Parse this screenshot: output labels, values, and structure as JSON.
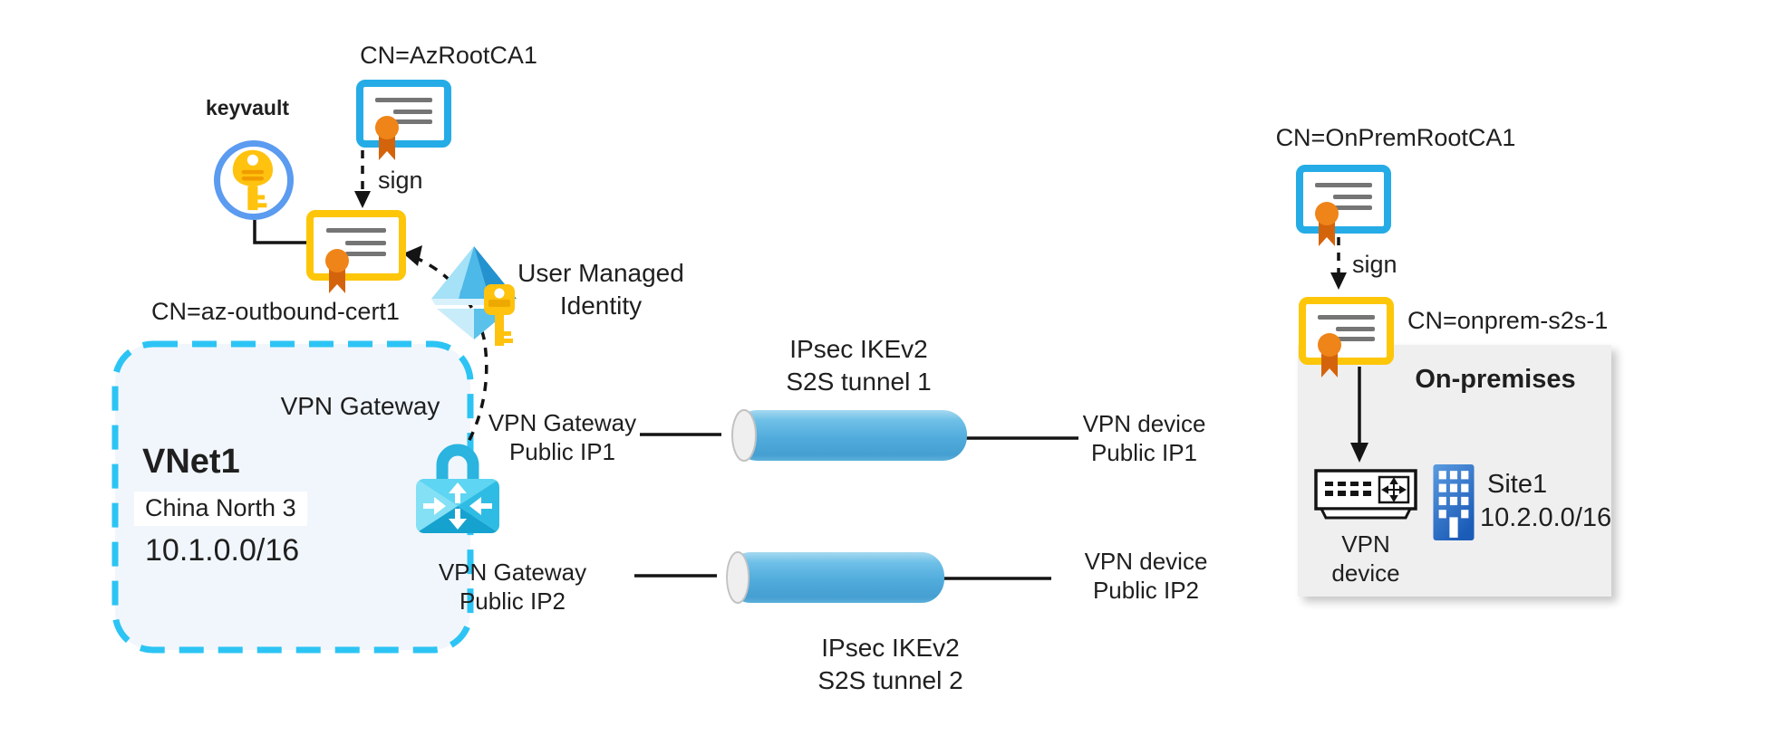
{
  "diagram": {
    "azure": {
      "root_ca": "CN=AzRootCA1",
      "keyvault": "keyvault",
      "sign": "sign",
      "outbound_cert": "CN=az-outbound-cert1",
      "umi": "User Managed\nIdentity",
      "vnet_gateway": "VPN Gateway",
      "vnet_name": "VNet1",
      "vnet_region": "China North 3",
      "vnet_cidr": "10.1.0.0/16",
      "gw_ip1": "VPN Gateway\nPublic IP1",
      "gw_ip2": "VPN Gateway\nPublic IP2"
    },
    "tunnels": {
      "tunnel1": "IPsec IKEv2\nS2S tunnel 1",
      "tunnel2": "IPsec IKEv2\nS2S tunnel 2"
    },
    "onprem": {
      "root_ca": "CN=OnPremRootCA1",
      "sign": "sign",
      "s2s_cert": "CN=onprem-s2s-1",
      "title": "On-premises",
      "dev_ip1": "VPN device\nPublic IP1",
      "dev_ip2": "VPN device\nPublic IP2",
      "vpn_device": "VPN\ndevice",
      "site_name": "Site1",
      "site_cidr": "10.2.0.0/16"
    },
    "colors": {
      "cert_blue": "#25ace6",
      "cert_yellow": "#fdc609",
      "cert_line": "#757575",
      "ribbon": "#ef8418",
      "ribbon_dark": "#d4640c",
      "vnet_border": "#2cc4f4",
      "vnet_fill": "#f1f6fc",
      "lock": "#2ab4df",
      "tunnel": "#57b1e1",
      "key_gold": "#ffc20e",
      "keyvault_ring": "#5b9bf0",
      "onprem_gray": "#efefef",
      "building_blue": "#2e78d2",
      "line_black": "#141414"
    }
  }
}
